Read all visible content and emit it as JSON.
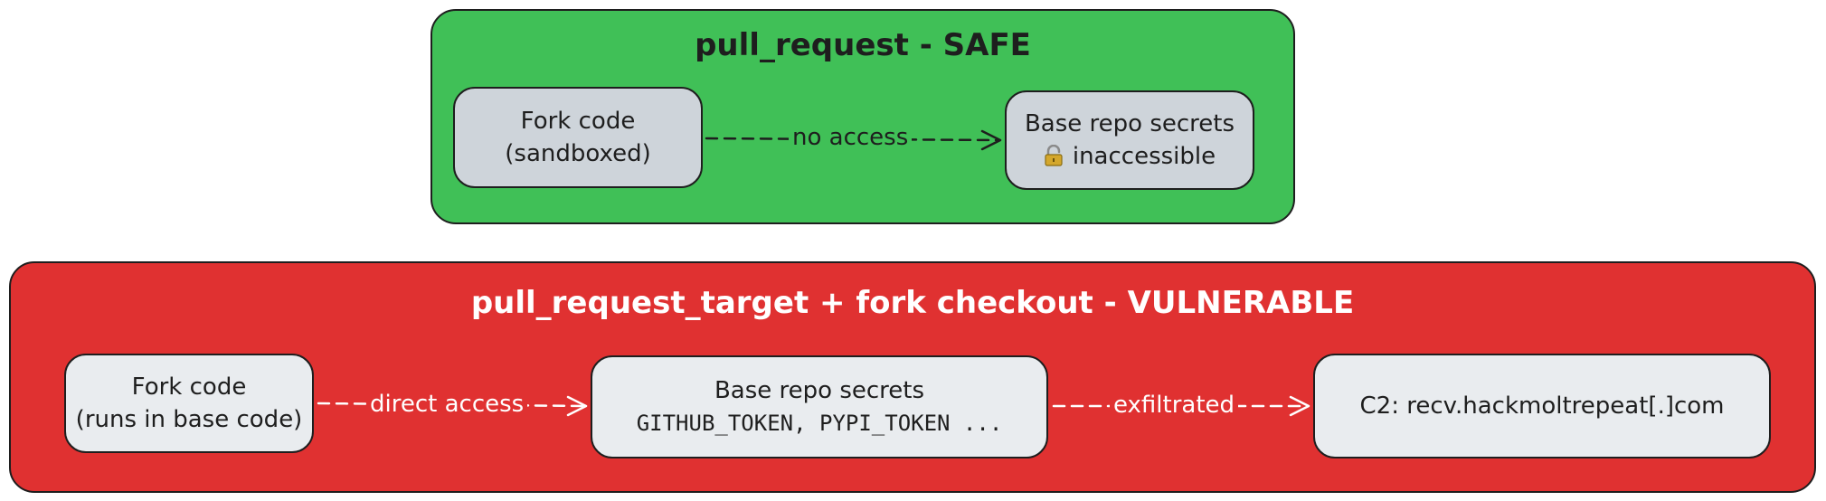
{
  "colors": {
    "safe_fill": "#40c057",
    "vuln_fill": "#e03131",
    "safe_node_fill": "#ced4da",
    "vuln_node_fill": "#e9ecef",
    "stroke": "#1e1e1e"
  },
  "groups": {
    "safe": {
      "title": "pull_request - SAFE",
      "nodes": {
        "fork": {
          "line1": "Fork code",
          "line2": "(sandboxed)"
        },
        "base": {
          "line1": "Base repo secrets",
          "line2": "inaccessible",
          "icon": "lock-icon"
        }
      },
      "edges": [
        {
          "label": "no access"
        }
      ]
    },
    "vulnerable": {
      "title": "pull_request_target + fork checkout - VULNERABLE",
      "nodes": {
        "fork": {
          "line1": "Fork code",
          "line2": "(runs in base code)"
        },
        "base": {
          "line1": "Base repo secrets",
          "line2": "GITHUB_TOKEN, PYPI_TOKEN ..."
        },
        "c2": {
          "line1": "C2: recv.hackmoltrepeat[.]com"
        }
      },
      "edges": [
        {
          "label": "direct access"
        },
        {
          "label": "exfiltrated"
        }
      ]
    }
  }
}
